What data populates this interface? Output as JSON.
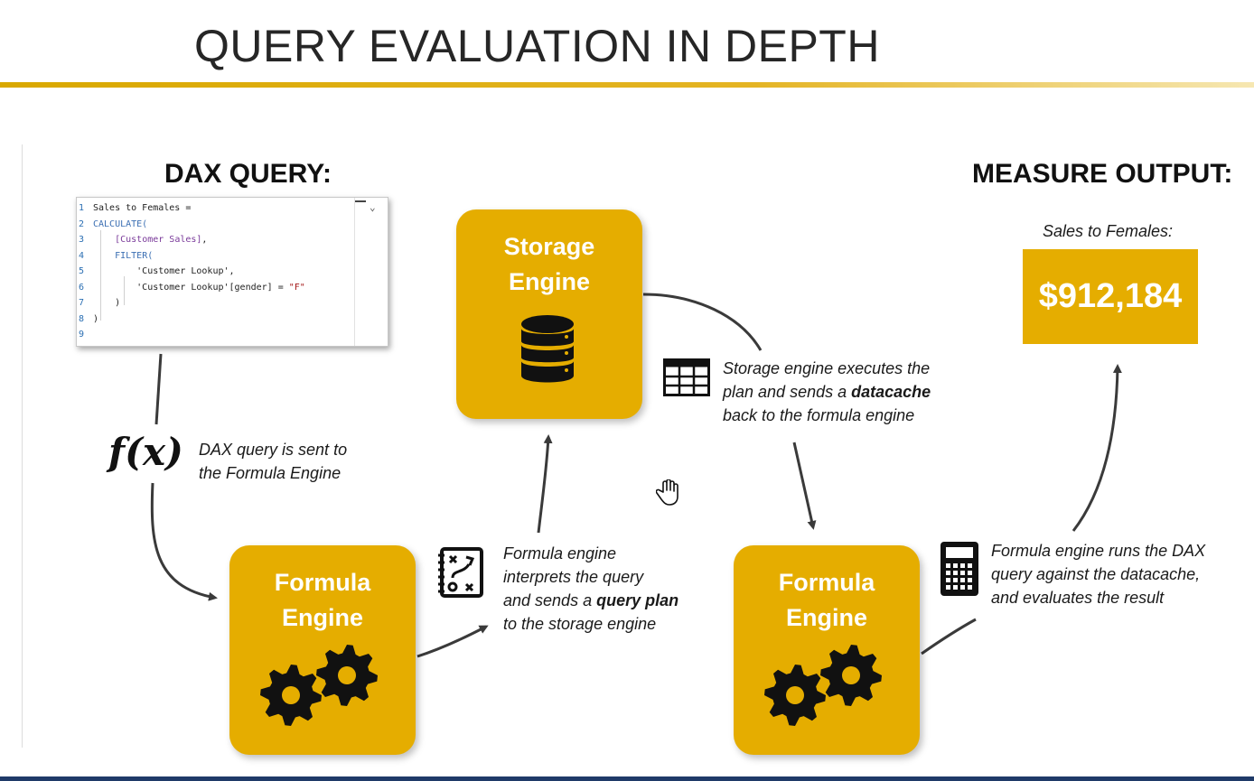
{
  "title": "QUERY EVALUATION IN DEPTH",
  "dax_heading": "DAX QUERY:",
  "output_heading": "MEASURE OUTPUT:",
  "code": {
    "line_numbers": [
      "1",
      "2",
      "3",
      "4",
      "5",
      "6",
      "7",
      "8",
      "9"
    ],
    "lines": [
      [
        {
          "t": "Sales to Females =",
          "c": "plain"
        }
      ],
      [
        {
          "t": "CALCULATE(",
          "c": "kw"
        }
      ],
      [
        {
          "t": "    ",
          "c": "plain"
        },
        {
          "t": "[Customer Sales]",
          "c": "meas"
        },
        {
          "t": ",",
          "c": "plain"
        }
      ],
      [
        {
          "t": "    ",
          "c": "plain"
        },
        {
          "t": "FILTER(",
          "c": "kw"
        }
      ],
      [
        {
          "t": "        'Customer Lookup',",
          "c": "plain"
        }
      ],
      [
        {
          "t": "        'Customer Lookup'[gender] = ",
          "c": "plain"
        },
        {
          "t": "\"F\"",
          "c": "str"
        }
      ],
      [
        {
          "t": "    )",
          "c": "plain"
        }
      ],
      [
        {
          "t": ")",
          "c": "plain"
        }
      ],
      [
        {
          "t": "",
          "c": "plain"
        }
      ]
    ]
  },
  "engines": {
    "storage": {
      "line1": "Storage",
      "line2": "Engine"
    },
    "formula_1": {
      "line1": "Formula",
      "line2": "Engine"
    },
    "formula_2": {
      "line1": "Formula",
      "line2": "Engine"
    }
  },
  "captions": {
    "dax": {
      "line1": "DAX query is sent to",
      "line2": "the Formula Engine"
    },
    "formula_1": {
      "line1": "Formula engine",
      "line2": "interprets the query",
      "line3_pre": "and sends a ",
      "line3_bold": "query plan",
      "line4": "to the storage engine"
    },
    "storage": {
      "line1": "Storage engine executes the",
      "line2_pre": "plan and sends a ",
      "line2_bold": "datacache",
      "line3": "back to the formula engine"
    },
    "formula_2": {
      "line1": "Formula engine runs the DAX",
      "line2": "query against the datacache,",
      "line3": "and evaluates the result"
    }
  },
  "output": {
    "label": "Sales to Females:",
    "value": "$912,184"
  },
  "fx_symbol": "f(x)",
  "icons": [
    "database-icon",
    "table-grid-icon",
    "strategy-plan-icon",
    "calculator-icon",
    "gears-icon",
    "hand-cursor-icon",
    "fx-icon"
  ],
  "colors": {
    "engine": "#e5ad00",
    "title_rule": "#d9a800",
    "bottom_rule": "#1f3a68",
    "arrow": "#3a3a3a"
  }
}
